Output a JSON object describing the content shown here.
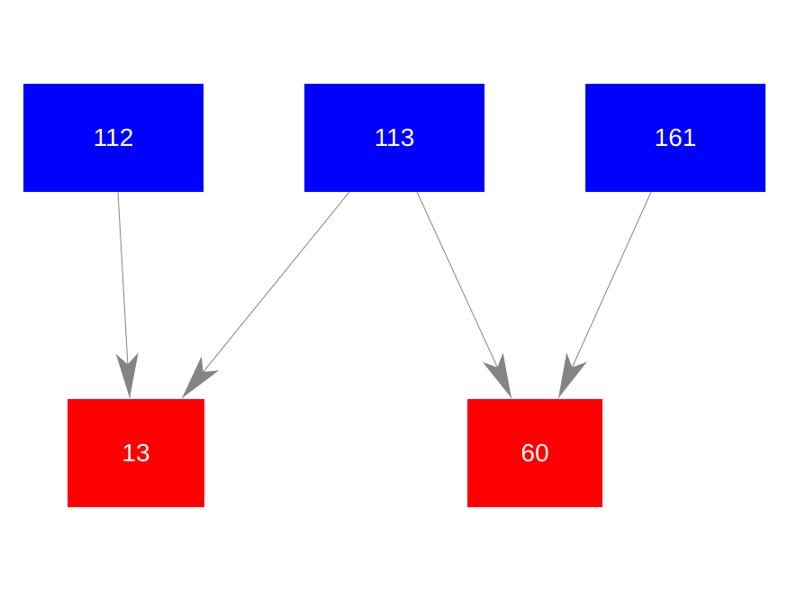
{
  "graph": {
    "background_color": "#ffffff",
    "node_label_color": "#ffffff",
    "edge_color": "#848484",
    "nodes": [
      {
        "id": "112",
        "label": "112",
        "color": "#0000ff",
        "row": "top"
      },
      {
        "id": "113",
        "label": "113",
        "color": "#0000ff",
        "row": "top"
      },
      {
        "id": "161",
        "label": "161",
        "color": "#0000ff",
        "row": "top"
      },
      {
        "id": "13",
        "label": "13",
        "color": "#ff0000",
        "row": "bottom"
      },
      {
        "id": "60",
        "label": "60",
        "color": "#ff0000",
        "row": "bottom"
      }
    ],
    "edges": [
      {
        "from": "112",
        "to": "13"
      },
      {
        "from": "113",
        "to": "13"
      },
      {
        "from": "113",
        "to": "60"
      },
      {
        "from": "161",
        "to": "60"
      }
    ]
  }
}
